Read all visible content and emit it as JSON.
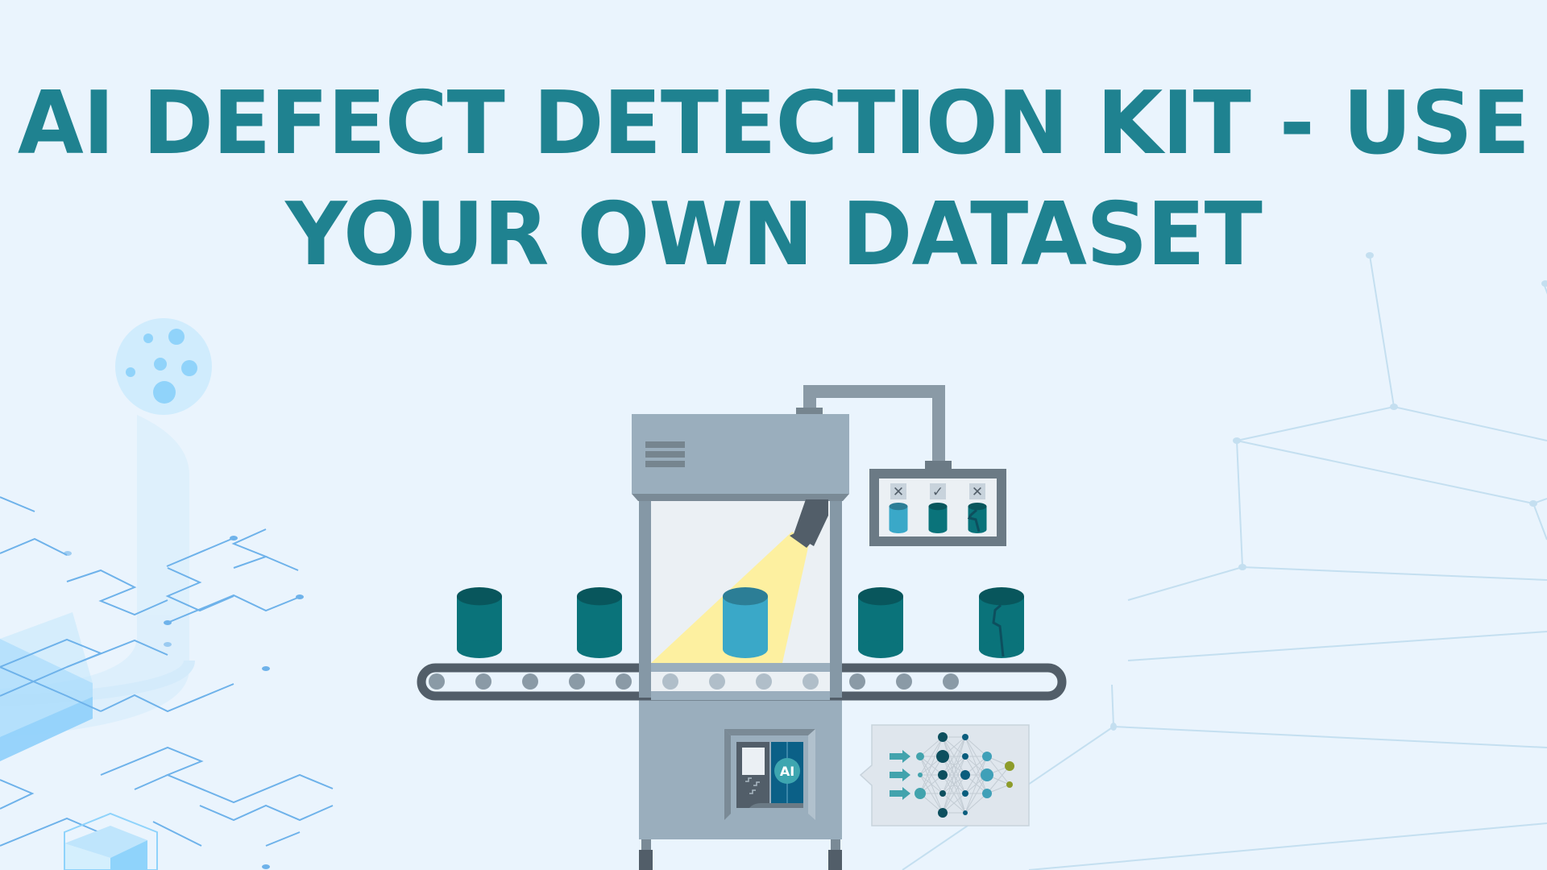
{
  "title": {
    "line1": "AI DEFECT DETECTION KIT - USE",
    "line2": "YOUR OWN DATASET",
    "color": "#1f8290"
  },
  "background": {
    "color": "#eaf4fd",
    "decorations": [
      "moon-icon",
      "glass-pillar",
      "circuit-lines",
      "isometric-cubes",
      "network-mesh"
    ]
  },
  "illustration": {
    "machine": {
      "body_color": "#9aaebd",
      "frame_color": "#8598a6",
      "controller_label": "AI",
      "controller_accent": "#0b6087"
    },
    "conveyor": {
      "belt_color": "#525e69",
      "roller_count": 12,
      "cans": [
        {
          "state": "good",
          "color": "#0a737a"
        },
        {
          "state": "good",
          "color": "#0a737a"
        },
        {
          "state": "inspecting",
          "color": "#3aa8c8"
        },
        {
          "state": "good",
          "color": "#0a737a"
        },
        {
          "state": "cracked",
          "color": "#0a737a"
        }
      ]
    },
    "camera": {
      "beam_color": "#fdf0a0"
    },
    "monitor": {
      "results": [
        {
          "mark": "✕",
          "status": "reject",
          "can_color": "#3aa8c8",
          "cracked": false
        },
        {
          "mark": "✓",
          "status": "pass",
          "can_color": "#0a737a",
          "cracked": false
        },
        {
          "mark": "✕",
          "status": "reject",
          "can_color": "#0a737a",
          "cracked": true
        }
      ]
    },
    "neural_network": {
      "layers": [
        {
          "name": "input",
          "color": "#42a3ad",
          "nodes": [
            5,
            3,
            7
          ]
        },
        {
          "name": "hidden1",
          "color": "#0d4f5e",
          "nodes": [
            6,
            8,
            6,
            4,
            6
          ]
        },
        {
          "name": "hidden2",
          "color": "#0a5d7d",
          "nodes": [
            4,
            4,
            6,
            4,
            3
          ]
        },
        {
          "name": "hidden3",
          "color": "#3fa0b8",
          "nodes": [
            6,
            8,
            6
          ]
        },
        {
          "name": "output",
          "color": "#8d9c2a",
          "nodes": [
            6,
            4
          ]
        }
      ],
      "input_arrows": 3
    }
  }
}
